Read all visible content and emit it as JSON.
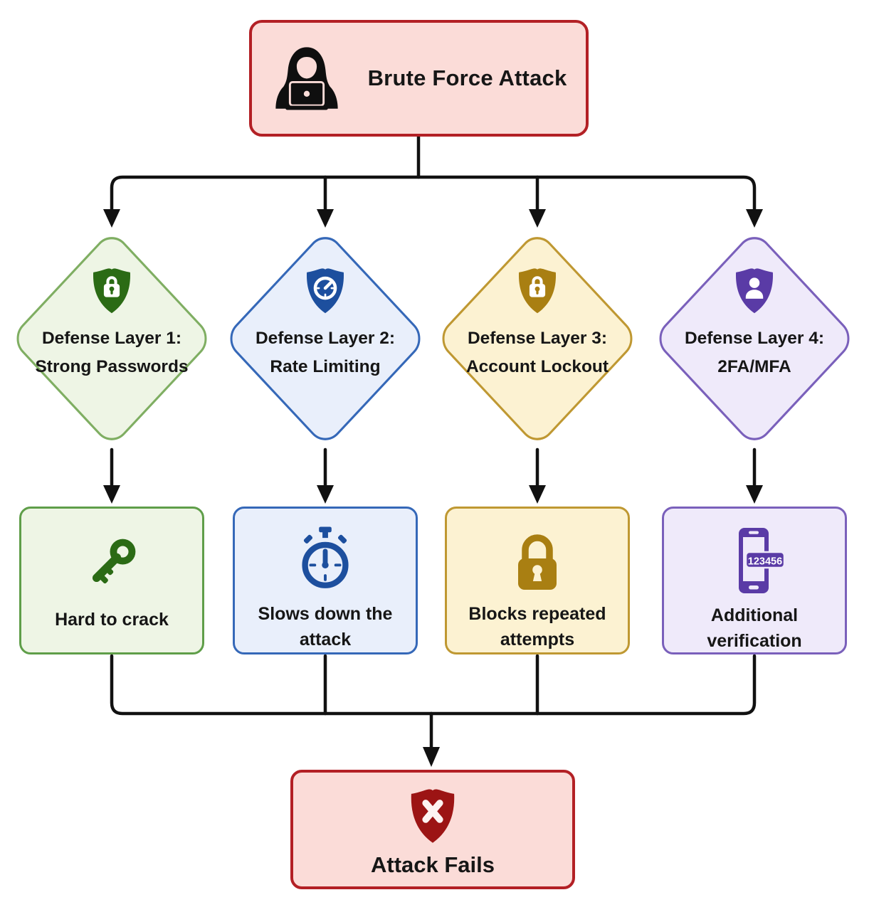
{
  "colors": {
    "background": "#ffffff",
    "connector": "#111111",
    "text": "#161616",
    "attack_fill": "#fbdcd8",
    "attack_border": "#b32025",
    "attack_icon": "#0f0f0f",
    "fail_fill": "#fbdcd8",
    "fail_border": "#b32025",
    "fail_icon": "#9c1414",
    "layer1_fill": "#eef5e5",
    "layer1_diamond_border": "#7fae62",
    "layer1_box_border": "#5f9e49",
    "layer1_icon": "#2b6b15",
    "layer2_fill": "#e9effb",
    "layer2_diamond_border": "#3568b8",
    "layer2_box_border": "#3568b8",
    "layer2_icon": "#1d4f9e",
    "layer3_fill": "#fcf2d2",
    "layer3_diamond_border": "#bf9832",
    "layer3_box_border": "#bf9832",
    "layer3_icon": "#a97f12",
    "layer4_fill": "#efeafa",
    "layer4_diamond_border": "#7a60bb",
    "layer4_box_border": "#7a60bb",
    "layer4_icon": "#5a3ba6"
  },
  "attack": {
    "label": "Brute Force Attack",
    "icon": "hacker-at-laptop"
  },
  "layers": [
    {
      "title_line1": "Defense Layer 1:",
      "title_line2": "Strong Passwords",
      "diamond_icon": "shield-lock",
      "result_label": "Hard to crack",
      "result_icon": "key"
    },
    {
      "title_line1": "Defense Layer 2:",
      "title_line2": "Rate Limiting",
      "diamond_icon": "shield-gauge",
      "result_label": "Slows down the attack",
      "result_icon": "stopwatch"
    },
    {
      "title_line1": "Defense Layer 3:",
      "title_line2": "Account Lockout",
      "diamond_icon": "shield-lock",
      "result_label": "Blocks repeated attempts",
      "result_icon": "padlock"
    },
    {
      "title_line1": "Defense Layer 4:",
      "title_line2": "2FA/MFA",
      "diamond_icon": "shield-person",
      "result_label": "Additional verification",
      "result_icon": "phone-otp",
      "badge": "123456"
    }
  ],
  "fail": {
    "label": "Attack Fails",
    "icon": "shield-x"
  }
}
